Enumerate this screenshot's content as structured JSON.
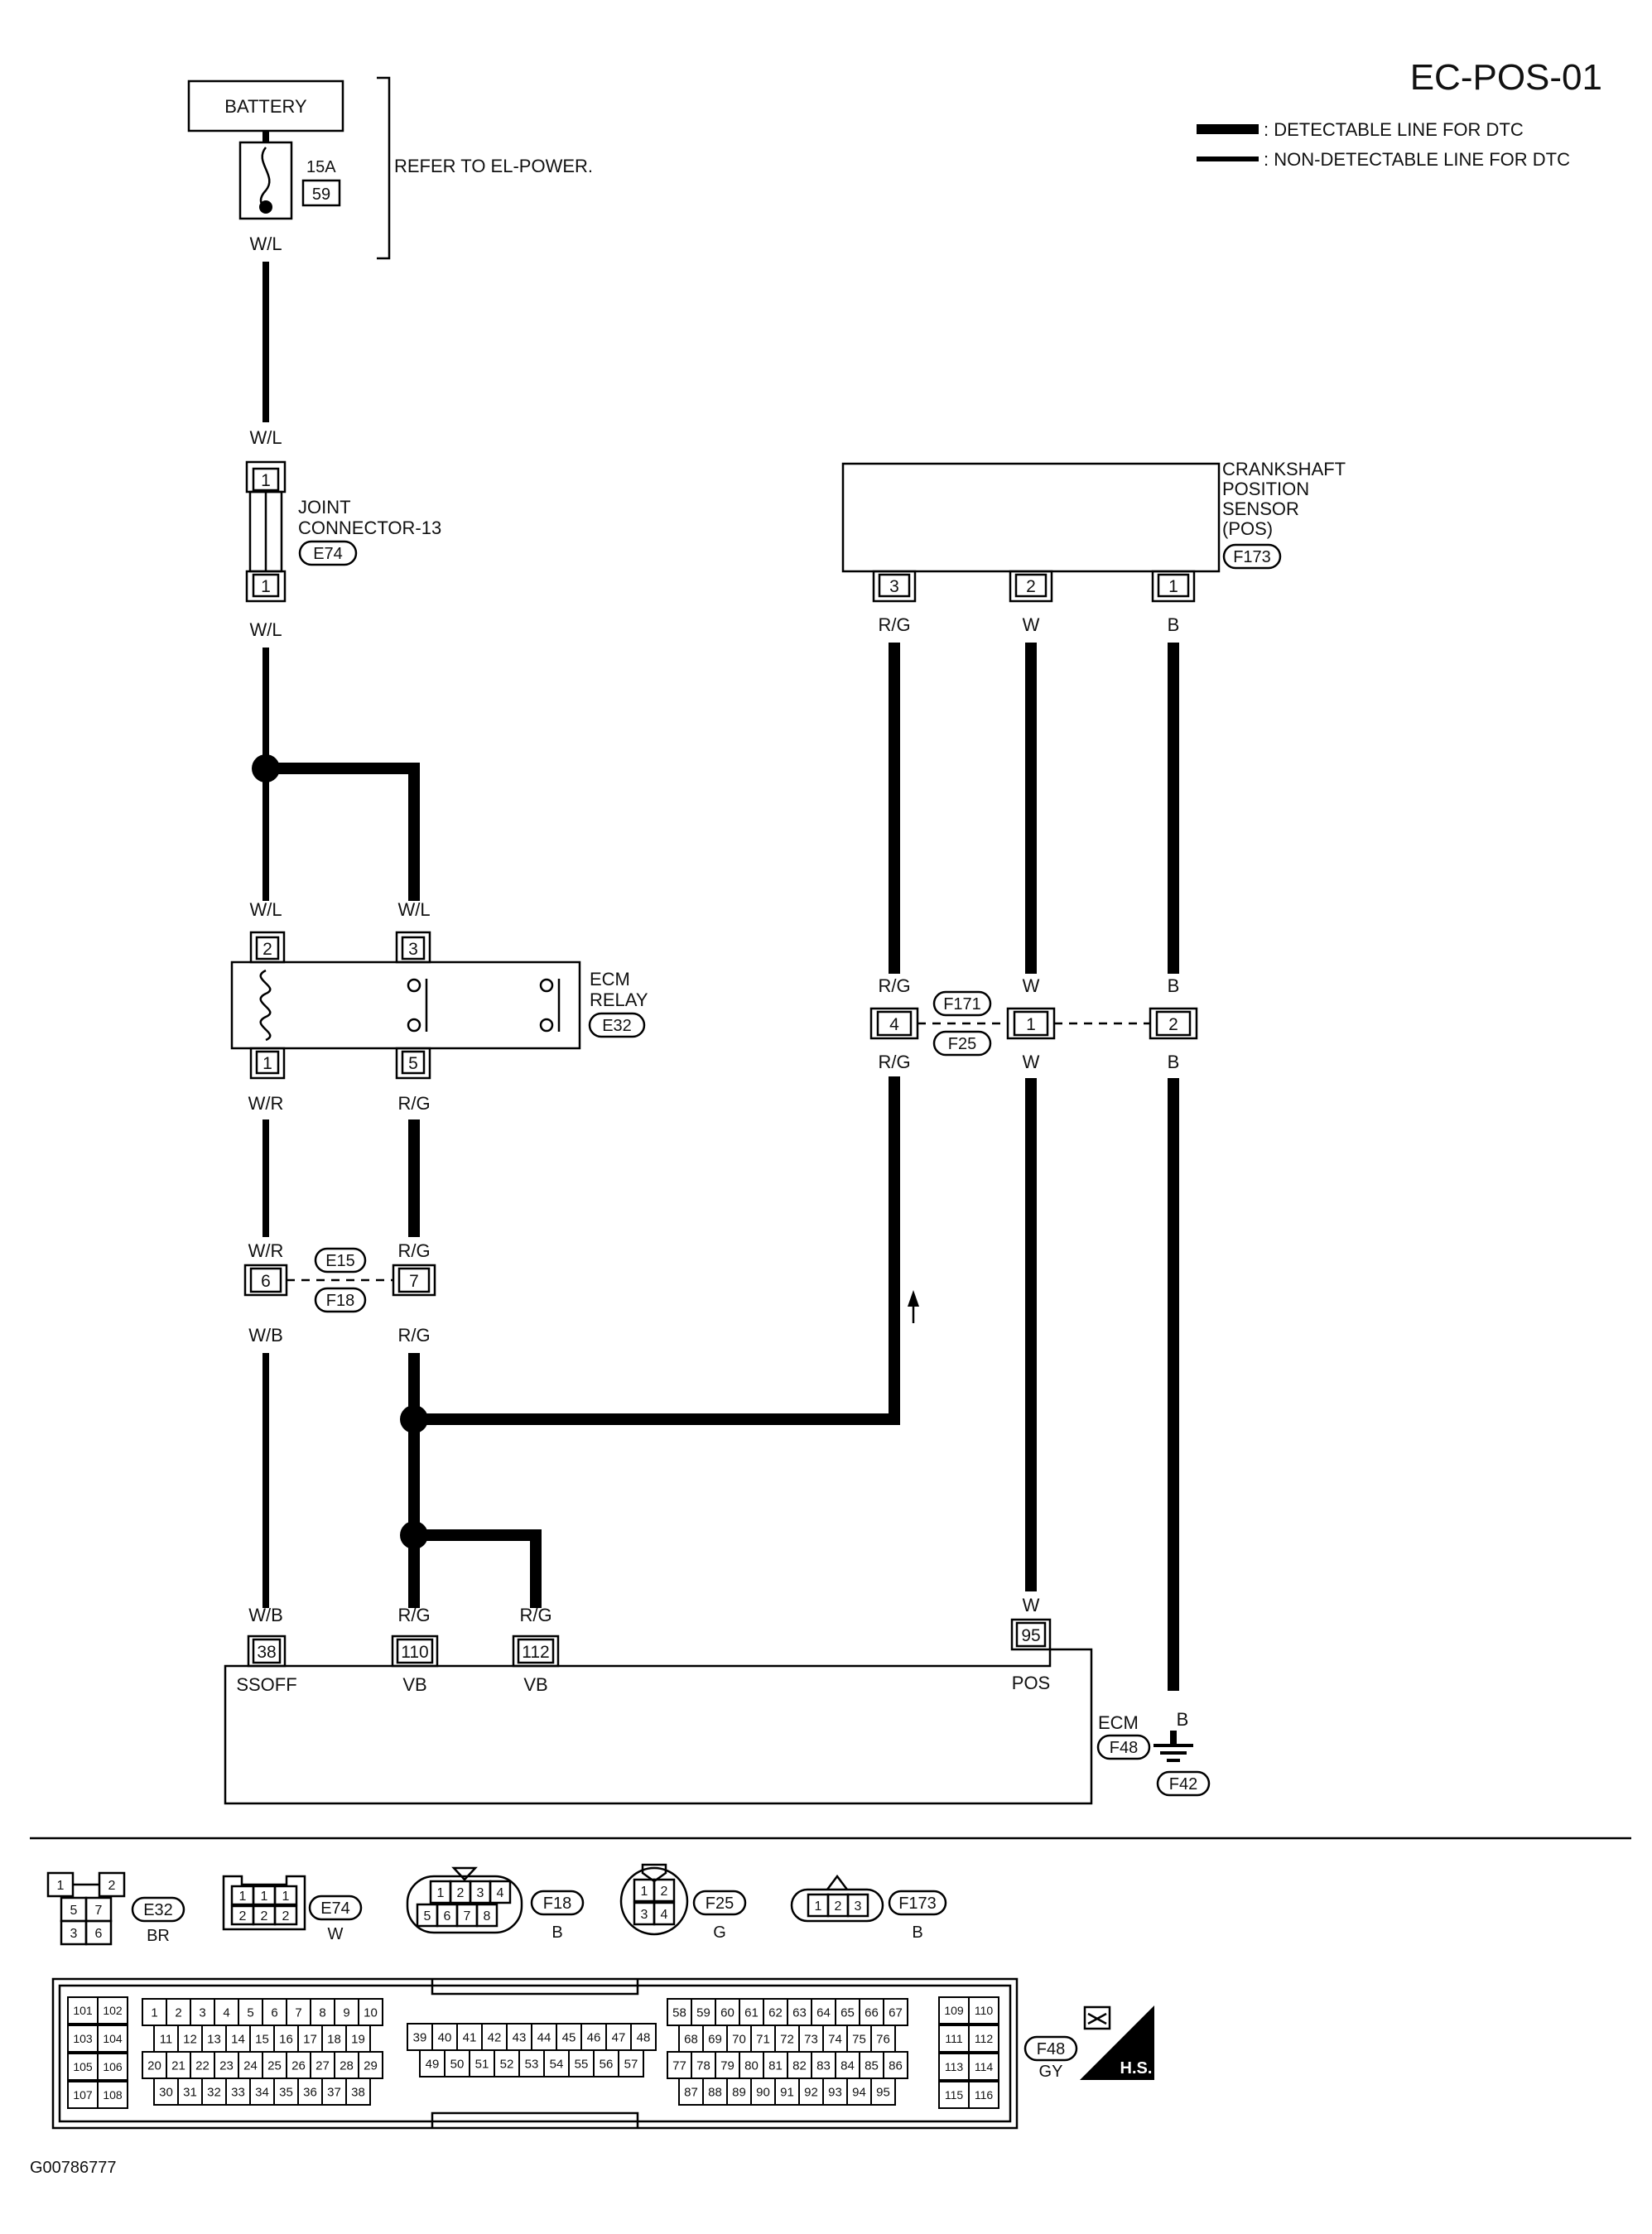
{
  "page_id": "EC-POS-01",
  "footer_id": "G00786777",
  "legend": {
    "detectable": ": DETECTABLE LINE FOR DTC",
    "non_detectable": ": NON-DETECTABLE LINE FOR DTC"
  },
  "battery": {
    "label": "BATTERY"
  },
  "fuse": {
    "rating": "15A",
    "number": "59",
    "note": "REFER TO EL-POWER."
  },
  "wires": {
    "wl": "W/L",
    "wr": "W/R",
    "wb": "W/B",
    "rg": "R/G",
    "w": "W",
    "b": "B"
  },
  "joint_connector": {
    "name_line1": "JOINT",
    "name_line2": "CONNECTOR-13",
    "id": "E74",
    "pin_top": "1",
    "pin_bottom": "1"
  },
  "ecm_relay": {
    "name_line1": "ECM",
    "name_line2": "RELAY",
    "id": "E32",
    "pins": {
      "p1": "1",
      "p2": "2",
      "p3": "3",
      "p5": "5"
    }
  },
  "junction_e15_f18": {
    "id_top": "E15",
    "id_bottom": "F18",
    "pin_left": "6",
    "pin_right": "7"
  },
  "junction_f171_f25": {
    "id_top": "F171",
    "id_bottom": "F25",
    "pin_rg": "4",
    "pin_w": "1",
    "pin_b": "2"
  },
  "crank_sensor": {
    "lines": [
      "CRANKSHAFT",
      "POSITION",
      "SENSOR",
      "(POS)"
    ],
    "id": "F173",
    "pins": {
      "p3": "3",
      "p2": "2",
      "p1": "1"
    }
  },
  "ecm": {
    "name": "ECM",
    "id": "F48",
    "ground_id": "F42",
    "terminals": [
      {
        "pin": "38",
        "name": "SSOFF"
      },
      {
        "pin": "110",
        "name": "VB"
      },
      {
        "pin": "112",
        "name": "VB"
      },
      {
        "pin": "95",
        "name": "POS"
      }
    ]
  },
  "connector_views": {
    "e32": {
      "id": "E32",
      "color": "BR",
      "cavities": [
        "1",
        "2",
        "5",
        "7",
        "3",
        "6"
      ]
    },
    "e74": {
      "id": "E74",
      "color": "W",
      "cavities": [
        "1",
        "1",
        "1",
        "2",
        "2",
        "2"
      ]
    },
    "f18": {
      "id": "F18",
      "color": "B",
      "cavities": [
        "1",
        "2",
        "3",
        "4",
        "5",
        "6",
        "7",
        "8"
      ]
    },
    "f25": {
      "id": "F25",
      "color": "G",
      "cavities": [
        "1",
        "2",
        "3",
        "4"
      ]
    },
    "f173": {
      "id": "F173",
      "color": "B",
      "cavities": [
        "1",
        "2",
        "3"
      ]
    },
    "f48": {
      "id": "F48",
      "color": "GY",
      "hs": "H.S.",
      "left_pairs": [
        [
          "101",
          "102"
        ],
        [
          "103",
          "104"
        ],
        [
          "105",
          "106"
        ],
        [
          "107",
          "108"
        ]
      ],
      "grp_a_rows": [
        [
          "1",
          "2",
          "3",
          "4",
          "5",
          "6",
          "7",
          "8",
          "9",
          "10"
        ],
        [
          "11",
          "12",
          "13",
          "14",
          "15",
          "16",
          "17",
          "18",
          "19"
        ],
        [
          "20",
          "21",
          "22",
          "23",
          "24",
          "25",
          "26",
          "27",
          "28",
          "29"
        ],
        [
          "30",
          "31",
          "32",
          "33",
          "34",
          "35",
          "36",
          "37",
          "38"
        ]
      ],
      "grp_b_rows": [
        [
          "39",
          "40",
          "41",
          "42",
          "43",
          "44",
          "45",
          "46",
          "47",
          "48"
        ],
        [
          "49",
          "50",
          "51",
          "52",
          "53",
          "54",
          "55",
          "56",
          "57"
        ]
      ],
      "grp_c_rows": [
        [
          "58",
          "59",
          "60",
          "61",
          "62",
          "63",
          "64",
          "65",
          "66",
          "67"
        ],
        [
          "68",
          "69",
          "70",
          "71",
          "72",
          "73",
          "74",
          "75",
          "76"
        ],
        [
          "77",
          "78",
          "79",
          "80",
          "81",
          "82",
          "83",
          "84",
          "85",
          "86"
        ],
        [
          "87",
          "88",
          "89",
          "90",
          "91",
          "92",
          "93",
          "94",
          "95"
        ]
      ],
      "right_pairs": [
        [
          "109",
          "110"
        ],
        [
          "111",
          "112"
        ],
        [
          "113",
          "114"
        ],
        [
          "115",
          "116"
        ]
      ]
    }
  }
}
